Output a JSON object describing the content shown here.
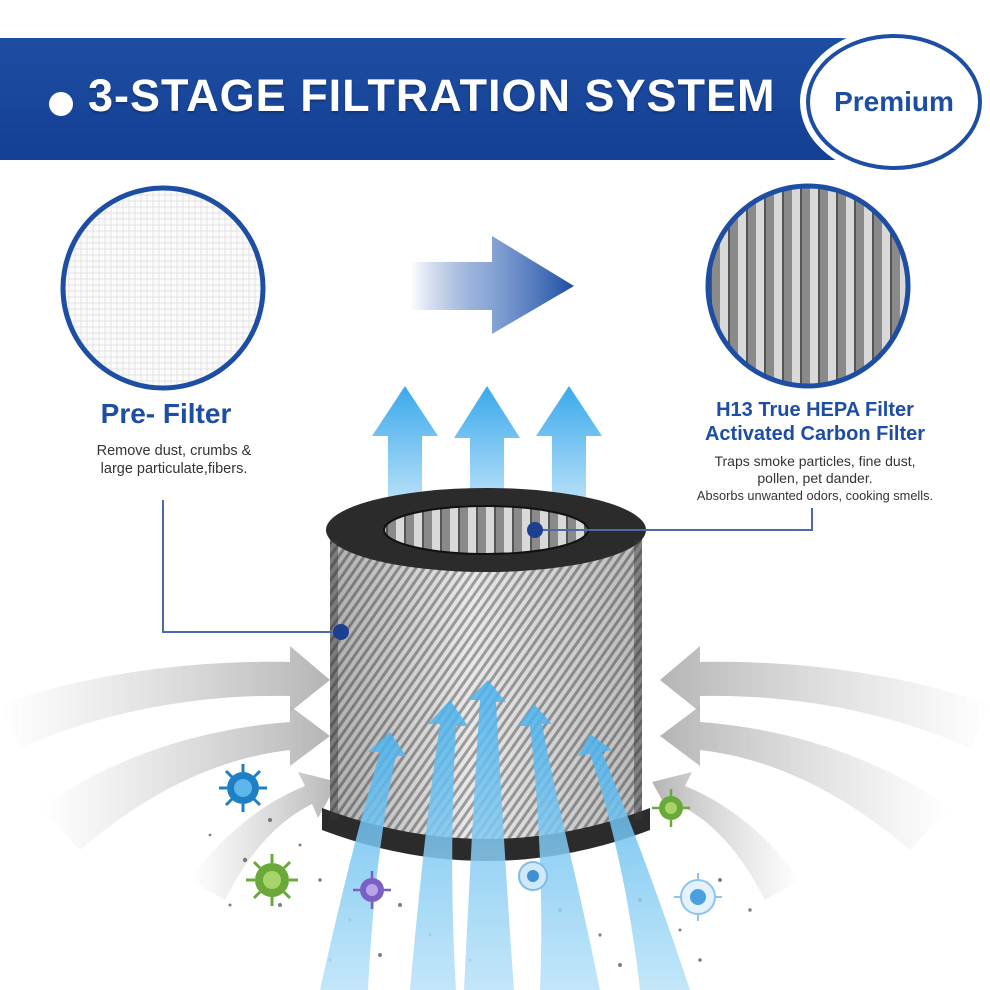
{
  "banner": {
    "title": "3-STAGE FILTRATION SYSTEM",
    "badge": "Premium",
    "color": "#1d4ea3"
  },
  "pre_filter": {
    "title": "Pre- Filter",
    "description_lines": [
      "Remove dust, crumbs &",
      "large particulate,fibers."
    ]
  },
  "hepa_filter": {
    "title_lines": [
      "H13 True HEPA Filter",
      "Activated Carbon Filter"
    ],
    "description_lines": [
      "Traps smoke particles, fine dust,",
      "pollen, pet dander.",
      "Absorbs unwanted odors, cooking smells."
    ]
  },
  "icons": {
    "mesh": "pre-filter-mesh-icon",
    "pleats": "hepa-pleat-icon",
    "arrow": "flow-arrow-icon",
    "cartridge": "filter-cartridge-icon",
    "particle": "virus-particle-icon"
  },
  "colors": {
    "brand_blue": "#1d4ea3",
    "sky_blue": "#4fb3ea",
    "gray_arrow": "#bfbfbf",
    "filter_rim": "#2b2b2b"
  }
}
